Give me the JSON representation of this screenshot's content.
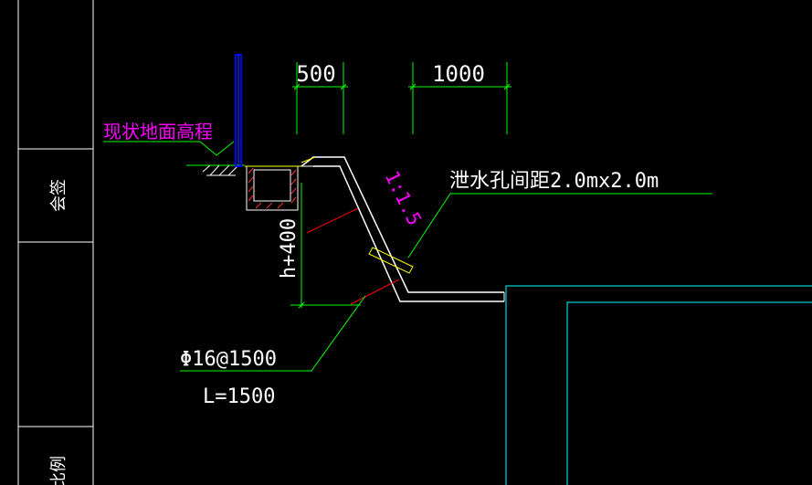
{
  "title_block": {
    "cell_1": "",
    "cell_2": "会签",
    "cell_3": "",
    "cell_4": "",
    "cell_5": "比例"
  },
  "annotations": {
    "existing_ground": "现状地面高程",
    "dim_500": "500",
    "dim_1000": "1000",
    "slope": "1:1.5",
    "weep_hole": "泄水孔间距2.0mx2.0m",
    "depth": "h+400",
    "rebar": "Φ16@1500",
    "rebar_length": "L=1500"
  },
  "colors": {
    "background": "#000000",
    "frame": "#ffffff",
    "green": "#00ff00",
    "magenta": "#ff00ff",
    "red": "#ff0000",
    "cyan": "#00ffff",
    "yellow": "#ffff00",
    "blue": "#0000ff"
  }
}
